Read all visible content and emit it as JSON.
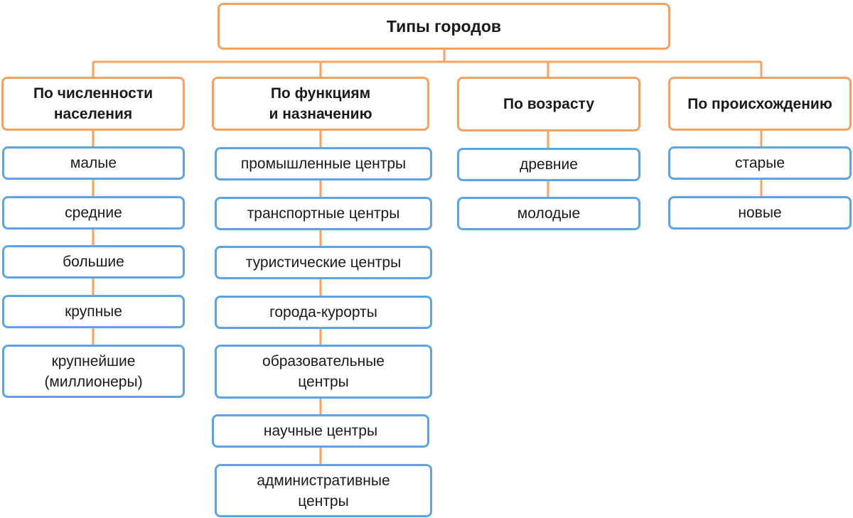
{
  "colors": {
    "root_and_categories": "#f4a261",
    "items": "#5ba4e6"
  },
  "root": {
    "label": "Типы городов"
  },
  "categories": [
    {
      "label": "По численности\nнаселения",
      "items": [
        "малые",
        "средние",
        "большие",
        "крупные",
        "крупнейшие\n(миллионеры)"
      ]
    },
    {
      "label": "По функциям\nи назначению",
      "items": [
        "промышленные центры",
        "транспортные центры",
        "туристические центры",
        "города-курорты",
        "образовательные\nцентры",
        "научные центры",
        "административные\nцентры"
      ]
    },
    {
      "label": "По возрасту",
      "items": [
        "древние",
        "молодые"
      ]
    },
    {
      "label": "По происхождению",
      "items": [
        "старые",
        "новые"
      ]
    }
  ]
}
